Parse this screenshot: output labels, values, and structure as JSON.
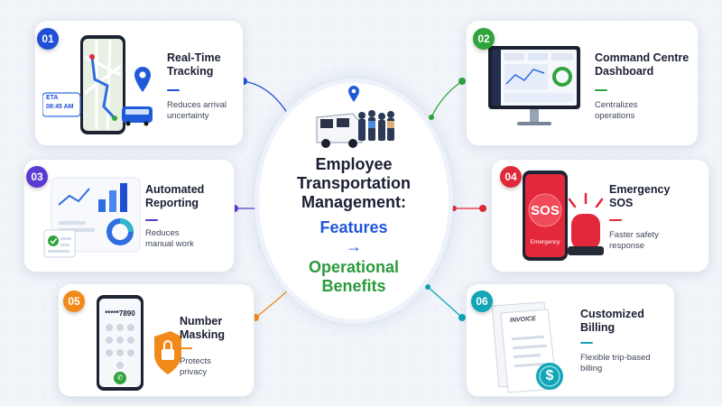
{
  "center": {
    "title_lines": [
      "Employee",
      "Transportation",
      "Management:"
    ],
    "feature_word": "Features",
    "arrow": "→",
    "benefit_lines": [
      "Operational",
      "Benefits"
    ]
  },
  "cards": [
    {
      "number": "01",
      "title_lines": [
        "Real-Time",
        "Tracking"
      ],
      "desc_lines": [
        "Reduces arrival",
        "uncertainty"
      ],
      "eta_label": "ETA",
      "eta_time": "08:45 AM"
    },
    {
      "number": "02",
      "title_lines": [
        "Command Centre",
        "Dashboard"
      ],
      "desc_lines": [
        "Centralizes",
        "operations"
      ]
    },
    {
      "number": "03",
      "title_lines": [
        "Automated",
        "Reporting"
      ],
      "desc_lines": [
        "Reduces",
        "manual work"
      ]
    },
    {
      "number": "04",
      "title_lines": [
        "Emergency",
        "SOS"
      ],
      "desc_lines": [
        "Faster safety",
        "response"
      ],
      "sos_text": "SOS",
      "emergency_text": "Emergency"
    },
    {
      "number": "05",
      "title_lines": [
        "Number",
        "Masking"
      ],
      "desc_lines": [
        "Protects",
        "privacy"
      ],
      "masked_number": "*****7890"
    },
    {
      "number": "06",
      "title_lines": [
        "Customized",
        "Billing"
      ],
      "desc_lines": [
        "Flexible trip-based",
        "billing"
      ],
      "invoice_text": "INVOICE"
    }
  ],
  "colors": {
    "blue": "#1f4fd6",
    "green": "#2fa33c",
    "purple": "#5b3ad1",
    "red": "#e0283a",
    "orange": "#f28a1a",
    "teal": "#12a5b5",
    "features": "#1f56d8",
    "benefits": "#2a9b3a"
  },
  "icons": [
    "location-pin-icon",
    "bus-icon",
    "gear-icon",
    "siren-icon",
    "shield-lock-icon",
    "dollar-coin-icon",
    "phone-icon"
  ]
}
